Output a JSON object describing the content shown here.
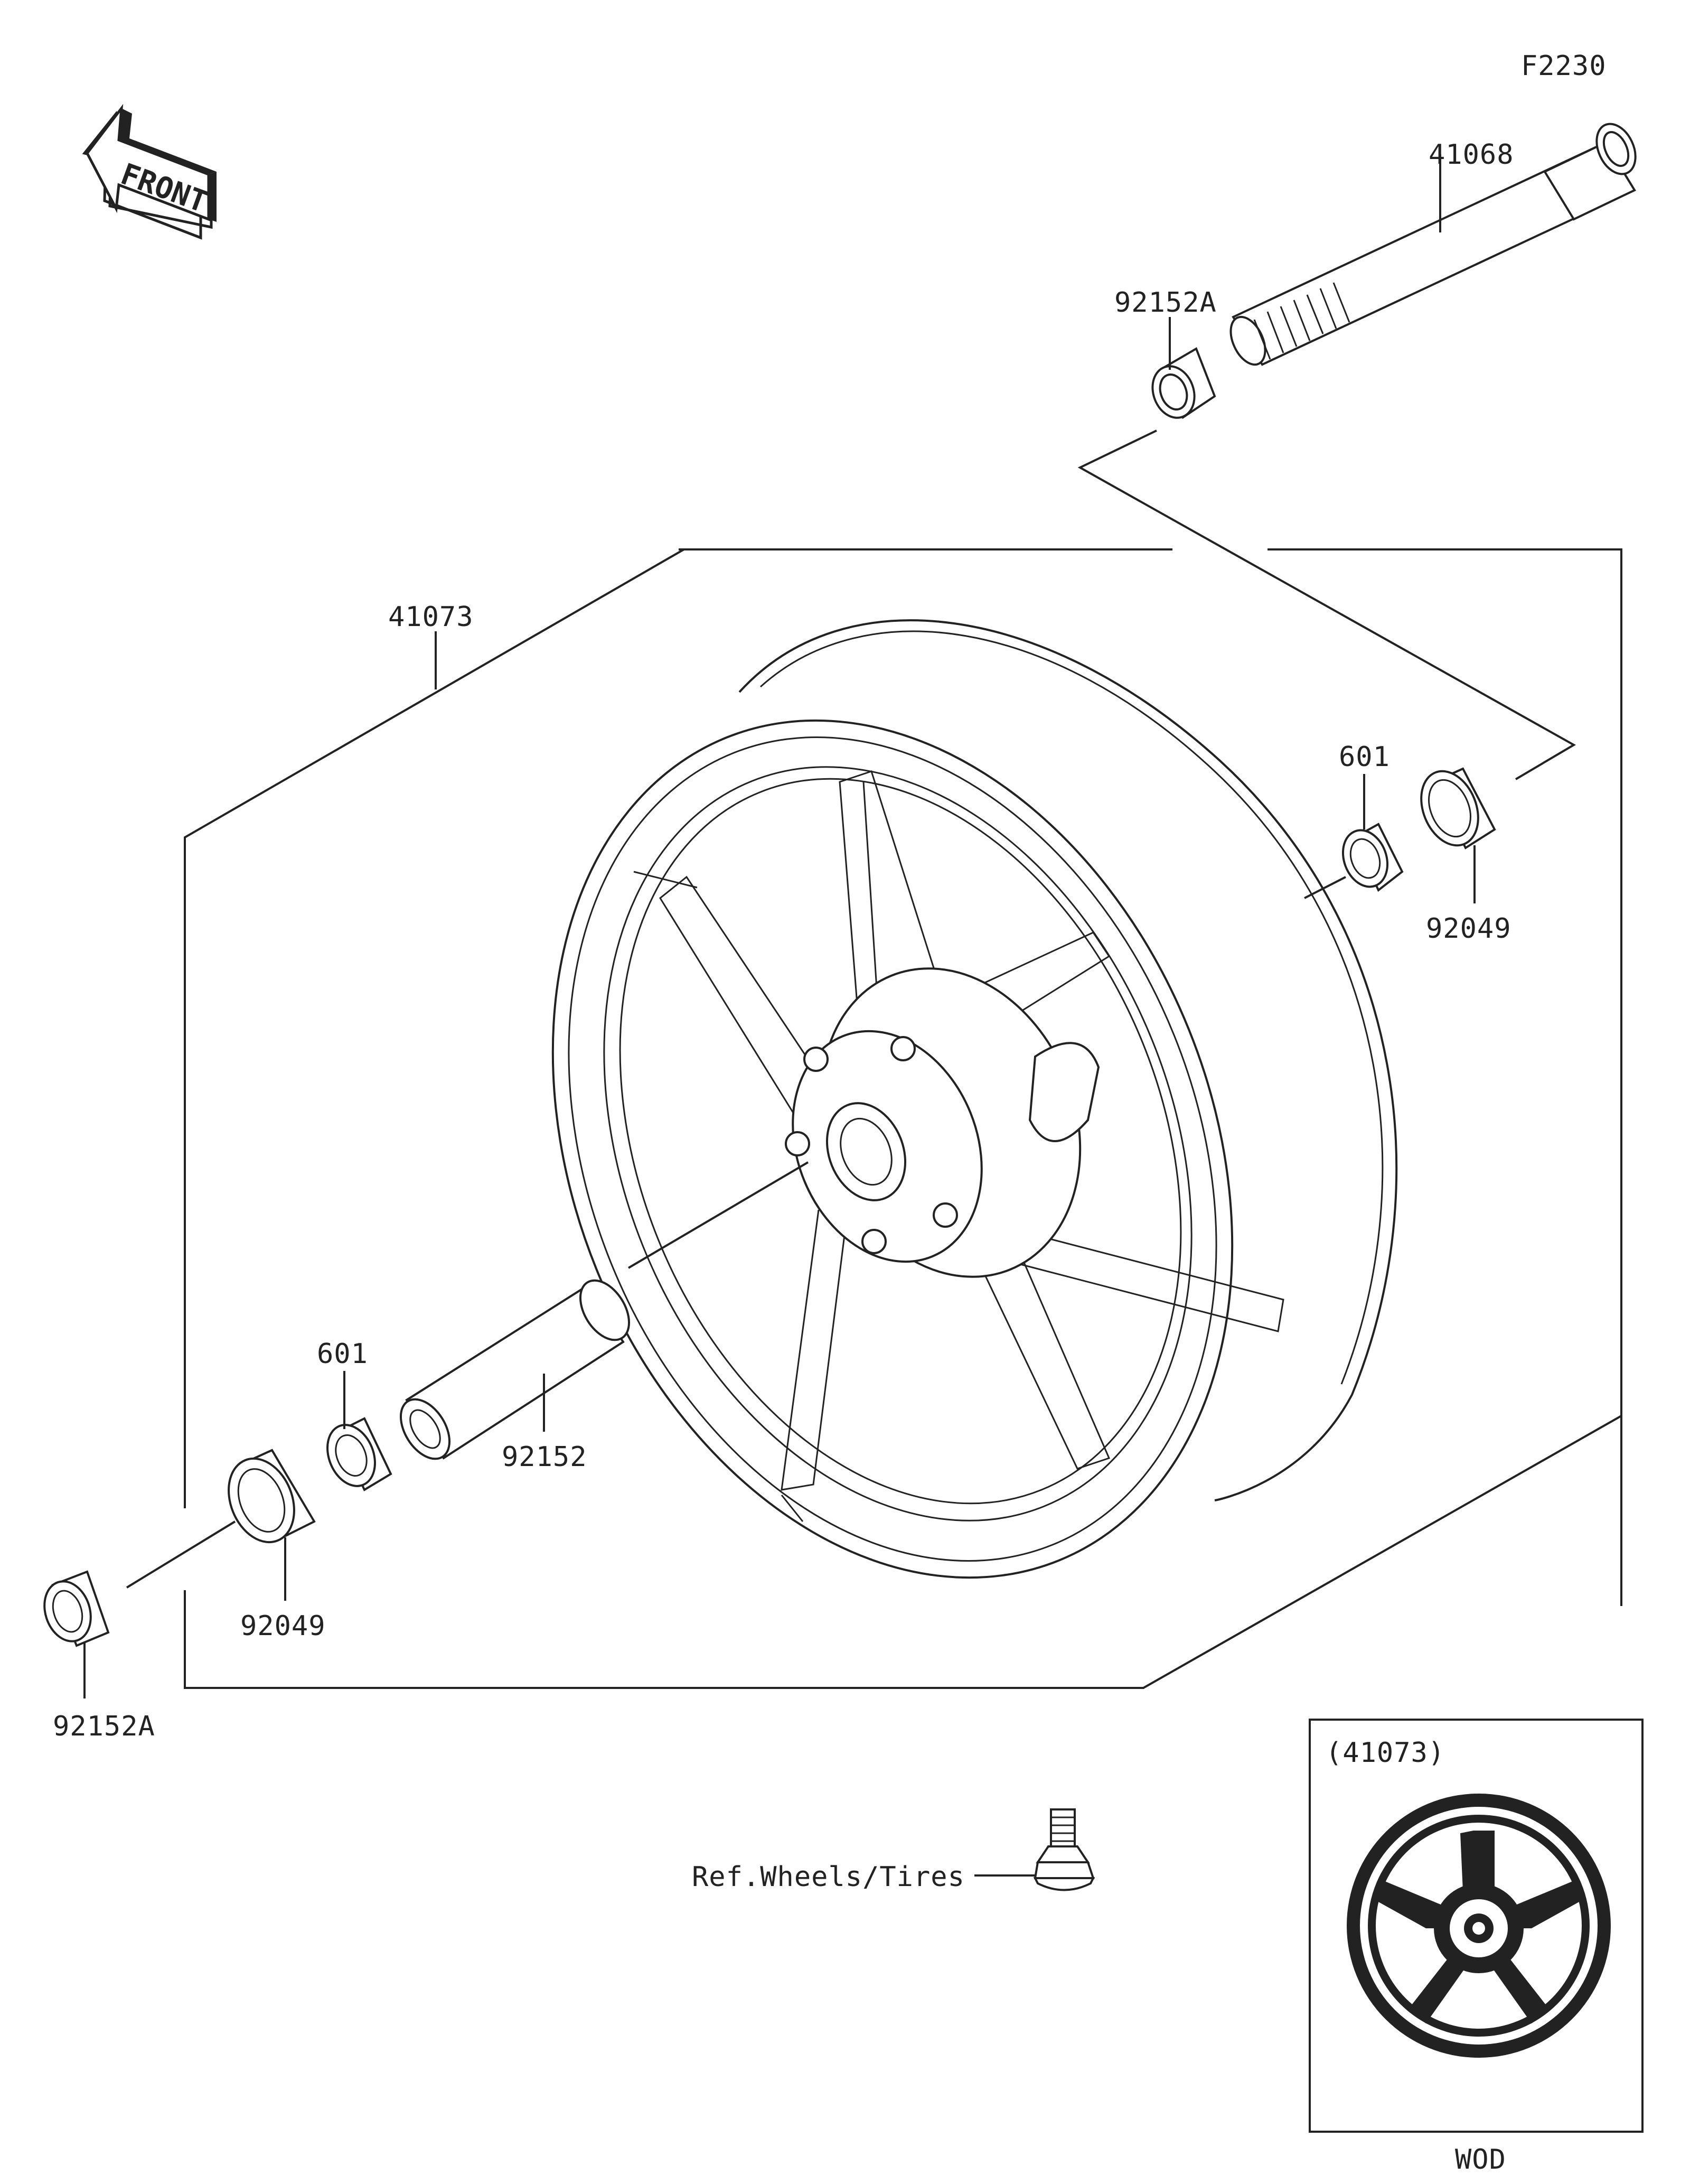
{
  "diagram_code": "F2230",
  "front_label": "FRONT",
  "parts": {
    "axle": "41068",
    "collar_upper": "92152A",
    "wheel": "41073",
    "bearing_right": "601",
    "seal_right": "92049",
    "bearing_left": "601",
    "spacer": "92152",
    "seal_left": "92049",
    "collar_lower": "92152A"
  },
  "reference": "Ref.Wheels/Tires",
  "inset": {
    "title": "(41073)",
    "caption": "WOD"
  }
}
